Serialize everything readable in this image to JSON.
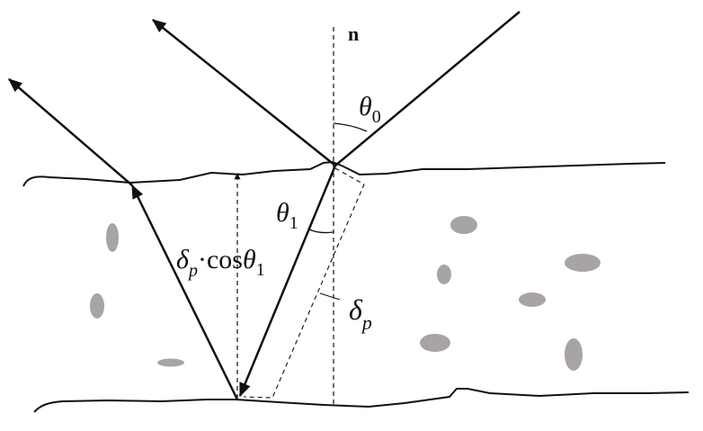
{
  "labels": {
    "normal": "n",
    "theta0_base": "θ",
    "theta0_sub": "0",
    "theta1_base": "θ",
    "theta1_sub": "1",
    "path_delta": "δ",
    "path_delta_sub": "p",
    "path_dot": "·",
    "path_cos": "cos",
    "path_theta": "θ",
    "path_theta_sub": "1",
    "thick_delta": "δ",
    "thick_delta_sub": "p"
  },
  "colors": {
    "stroke": "#111111",
    "inclusion": "#a8a4a4"
  }
}
